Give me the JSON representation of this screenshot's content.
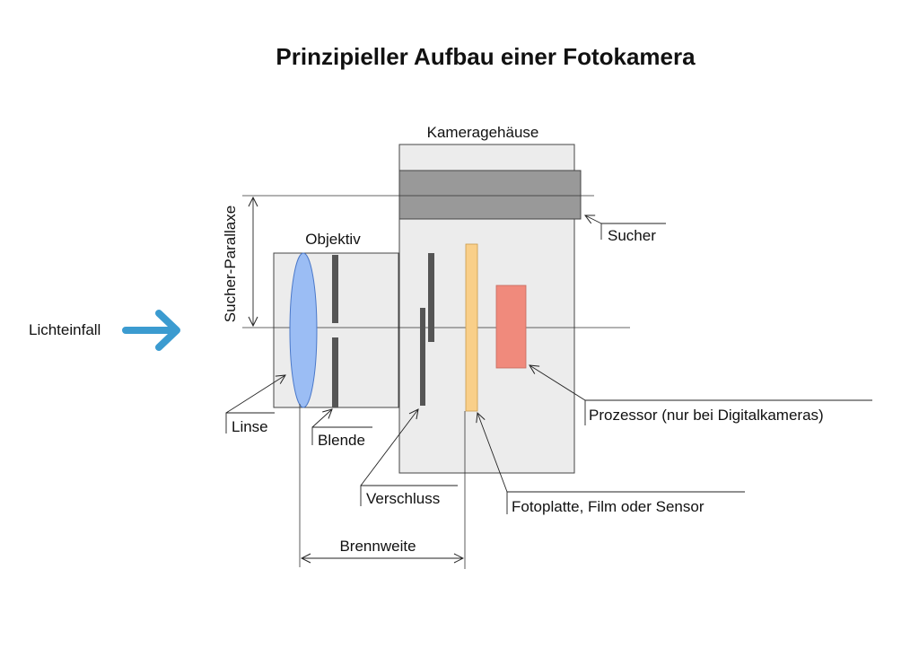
{
  "title": "Prinzipieller Aufbau einer Fotokamera",
  "labels": {
    "housing": "Kameragehäuse",
    "viewfinder": "Sucher",
    "lens_unit": "Objektiv",
    "parallax": "Sucher-Parallaxe",
    "light": "Lichteinfall",
    "lens": "Linse",
    "aperture": "Blende",
    "shutter": "Verschluss",
    "sensor": "Fotoplatte, Film oder Sensor",
    "processor": "Prozessor (nur bei Digitalkameras)",
    "focal_length": "Brennweite"
  },
  "colors": {
    "housing_fill": "#ececec",
    "viewfinder_fill": "#999999",
    "lens_fill": "#9bbdf4",
    "aperture_fill": "#555555",
    "sensor_fill": "#f9cf89",
    "processor_fill": "#f08a7c",
    "arrow": "#3b9bd0"
  },
  "icons": {
    "light_arrow": "arrow-right-icon"
  }
}
